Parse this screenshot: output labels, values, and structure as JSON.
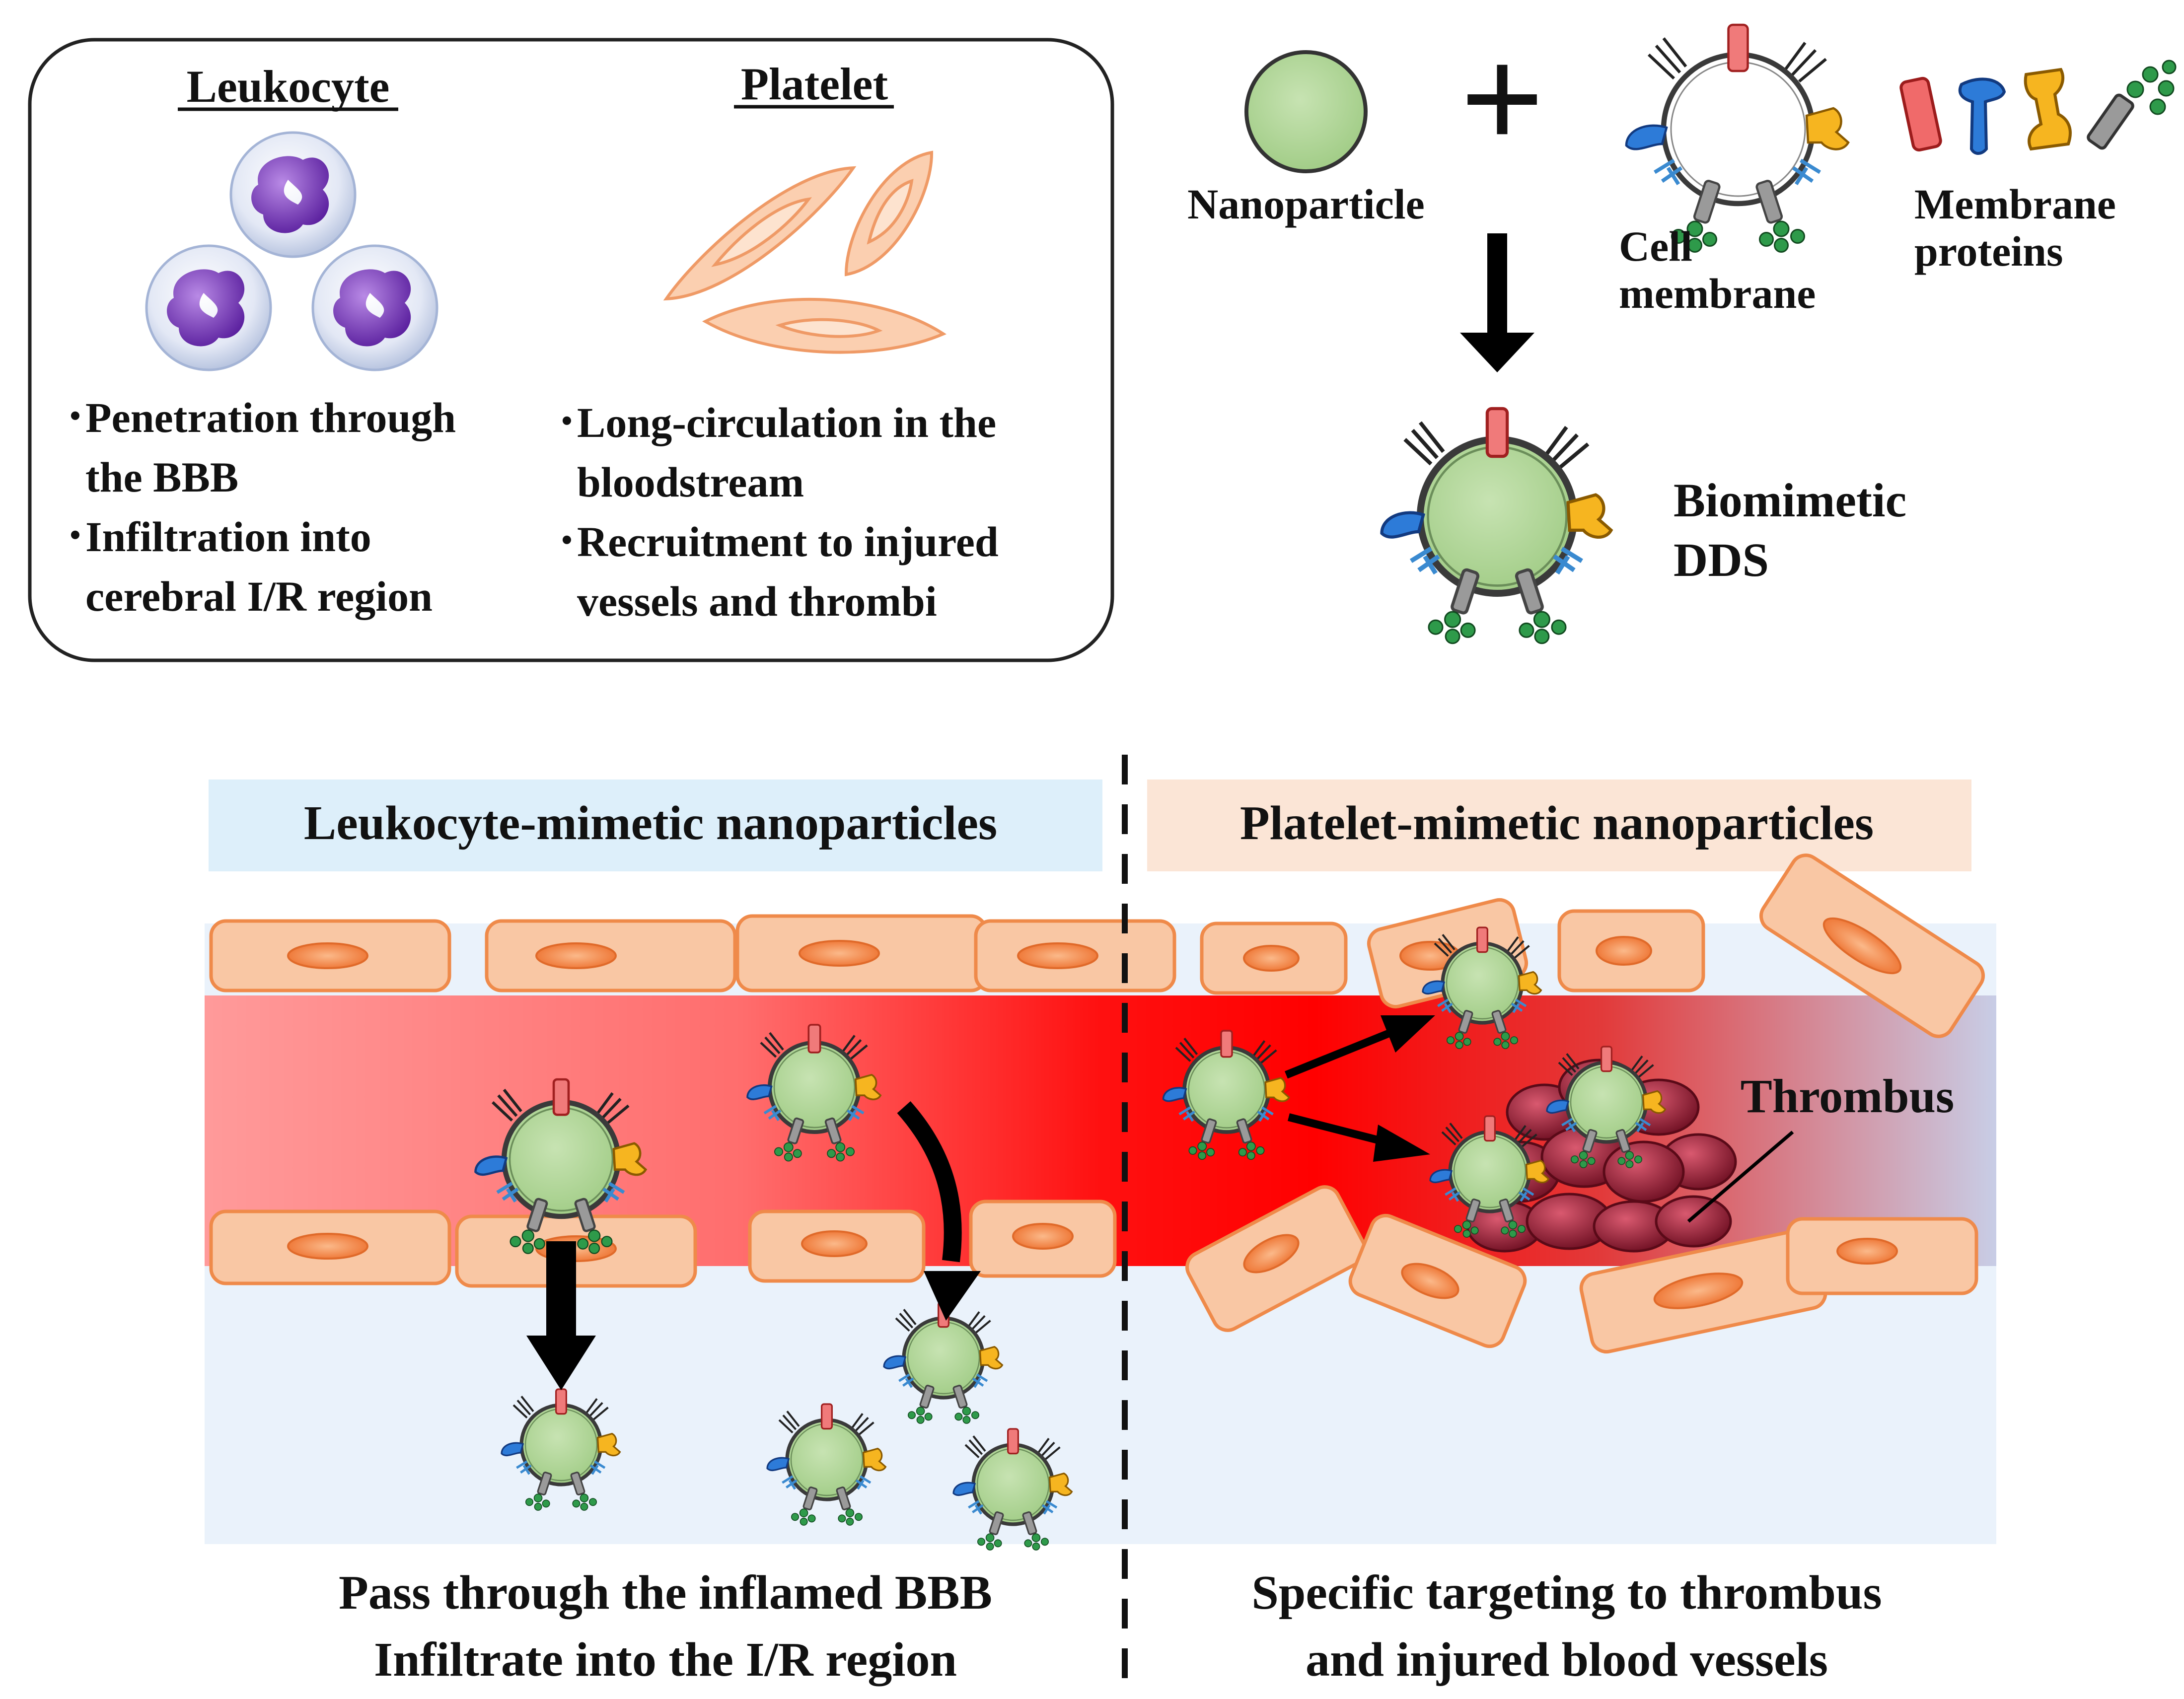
{
  "cell_box": {
    "leukocyte": {
      "heading": "Leukocyte",
      "bullets": [
        {
          "marker": "･",
          "lines": [
            "Penetration through",
            "the BBB"
          ]
        },
        {
          "marker": "･",
          "lines": [
            "Infiltration into",
            "cerebral I/R region"
          ]
        }
      ]
    },
    "platelet": {
      "heading": "Platelet",
      "bullets": [
        {
          "marker": "･",
          "lines": [
            "Long-circulation in the",
            "bloodstream"
          ]
        },
        {
          "marker": "･",
          "lines": [
            "Recruitment to injured",
            "vessels and thrombi"
          ]
        }
      ]
    }
  },
  "assembly": {
    "plus": "+",
    "nanoparticle_label": "Nanoparticle",
    "cell_membrane_label": [
      "Cell",
      "membrane"
    ],
    "membrane_proteins_label": [
      "Membrane",
      "proteins"
    ],
    "product_label": [
      "Biomimetic",
      "DDS"
    ]
  },
  "panels": {
    "leukocyte": {
      "title": "Leukocyte-mimetic nanoparticles",
      "caption": [
        "Pass through the inflamed BBB",
        "Infiltrate into the I/R region"
      ]
    },
    "platelet": {
      "title": "Platelet-mimetic nanoparticles",
      "thrombus_label": "Thrombus",
      "caption": [
        "Specific targeting to thrombus",
        "and injured blood vessels"
      ]
    }
  },
  "colors": {
    "nanoparticle": "#a9d18e",
    "leukocyte_banner": "#ddeffa",
    "platelet_banner": "#fbe5d6",
    "endothelial": "#f8cbad",
    "blood": "#ff0000",
    "thrombus": "#8b1a2a",
    "protein_red": "#f06a6a",
    "protein_blue": "#2e7bd6",
    "protein_orange": "#f6b21b",
    "protein_green": "#2e9a4a"
  }
}
